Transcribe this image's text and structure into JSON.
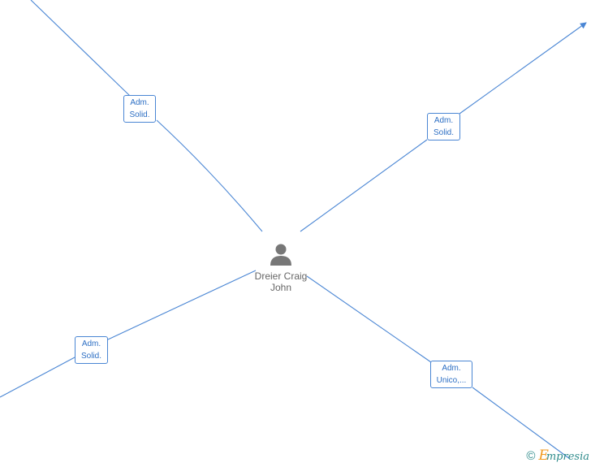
{
  "center_person": {
    "name_line1": "Dreier Craig",
    "name_line2": "John",
    "icon": "person-icon"
  },
  "relations": [
    {
      "line1": "Adm.",
      "line2": "Solid."
    },
    {
      "line1": "Adm.",
      "line2": "Solid."
    },
    {
      "line1": "Adm.",
      "line2": "Solid."
    },
    {
      "line1": "Adm.",
      "line2": "Unico,..."
    }
  ],
  "brand": {
    "copyright": "©",
    "initial": "E",
    "rest": "mpresia"
  },
  "colors": {
    "link": "#4a86d4",
    "label_text": "#2d6fc4",
    "person_icon": "#777777",
    "brand_accent": "#f29a1f",
    "brand_text": "#2e8b8b"
  }
}
